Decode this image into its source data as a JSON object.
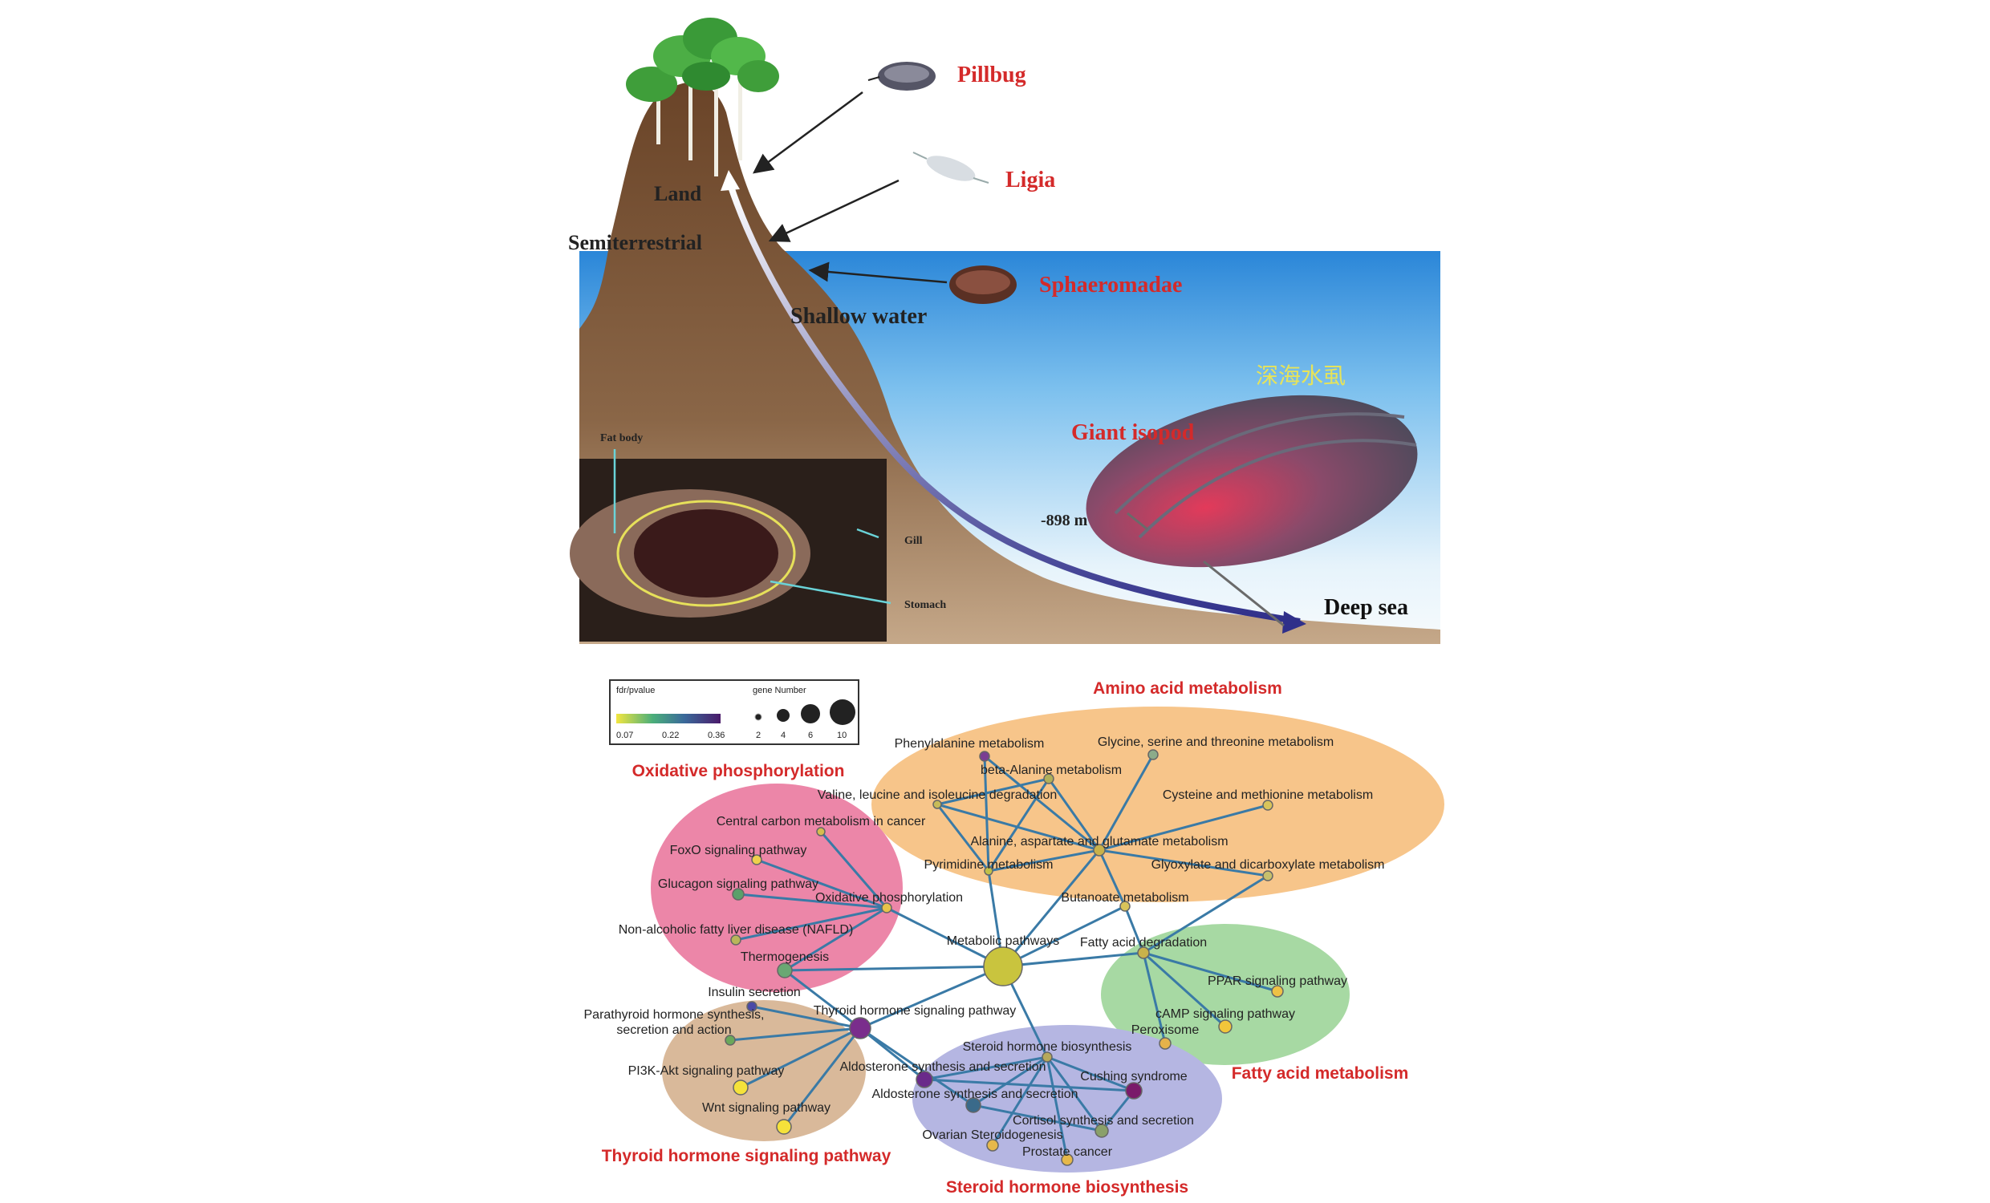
{
  "top_panel": {
    "organisms": [
      {
        "id": "pillbug",
        "label": "Pillbug"
      },
      {
        "id": "ligia",
        "label": "Ligia"
      },
      {
        "id": "sphaeromadae",
        "label": "Sphaeromadae"
      },
      {
        "id": "giant",
        "label": "Giant isopod"
      }
    ],
    "chinese_label": "深海水虱",
    "habitats": {
      "land": "Land",
      "semiterrestrial": "Semiterrestrial",
      "shallow": "Shallow water",
      "deep": "Deep sea"
    },
    "depth_label": "-898 m",
    "inset_labels": {
      "fat_body": "Fat body",
      "gill": "Gill",
      "stomach": "Stomach"
    },
    "colors": {
      "red_label": "#d42a2a",
      "chinese_label": "#e6e35a",
      "mountain": "#7a553a",
      "water_top": "#2a86d8",
      "arrow_dark": "#2f2f8a"
    }
  },
  "legend": {
    "color_title": "fdr/pvalue",
    "color_ticks": [
      "0.07",
      "0.22",
      "0.36"
    ],
    "size_title": "gene Number",
    "size_ticks": [
      "2",
      "4",
      "6",
      "10"
    ]
  },
  "network": {
    "clusters": [
      {
        "id": "amino",
        "label": "Amino acid metabolism",
        "fill": "#f7c58a"
      },
      {
        "id": "oxphos",
        "label": "Oxidative phosphorylation",
        "fill": "#ec86a8"
      },
      {
        "id": "fatty",
        "label": "Fatty acid metabolism",
        "fill": "#a7d9a3"
      },
      {
        "id": "thyroid",
        "label": "Thyroid hormone signaling pathway",
        "fill": "#d9b99a"
      },
      {
        "id": "steroid",
        "label": "Steroid hormone biosynthesis",
        "fill": "#b5b6e2"
      }
    ],
    "nodes": [
      {
        "id": "metabolic",
        "label": "Metabolic pathways",
        "color": "#c9c43e"
      },
      {
        "id": "oxphosnode",
        "label": "Oxidative phosphorylation",
        "color": "#e6c34a"
      },
      {
        "id": "fattydeg",
        "label": "Fatty acid degradation",
        "color": "#c9b24a"
      },
      {
        "id": "thyroidsig",
        "label": "Thyroid hormone signaling pathway",
        "color": "#7a2d8c"
      },
      {
        "id": "ala_asp",
        "label": "Alanine, aspartate and glutamate metabolism",
        "color": "#c9b24a"
      },
      {
        "id": "phenyl",
        "label": "Phenylalanine metabolism",
        "color": "#7a3e92"
      },
      {
        "id": "glycine",
        "label": "Glycine, serine and threonine metabolism",
        "color": "#8cab8a"
      },
      {
        "id": "betaala",
        "label": "beta-Alanine metabolism",
        "color": "#b0b05a"
      },
      {
        "id": "valine",
        "label": "Valine, leucine and isoleucine degradation",
        "color": "#c7bb58"
      },
      {
        "id": "cysteine",
        "label": "Cysteine and methionine metabolism",
        "color": "#d9c45a"
      },
      {
        "id": "pyrimidine",
        "label": "Pyrimidine metabolism",
        "color": "#c2c048"
      },
      {
        "id": "glyoxylate",
        "label": "Glyoxylate and dicarboxylate metabolism",
        "color": "#c7c06c"
      },
      {
        "id": "butanoate",
        "label": "Butanoate metabolism",
        "color": "#d9c45a"
      },
      {
        "id": "ccm",
        "label": "Central carbon metabolism in cancer",
        "color": "#d6bd4e"
      },
      {
        "id": "foxo",
        "label": "FoxO signaling pathway",
        "color": "#eed04c"
      },
      {
        "id": "glucagon",
        "label": "Glucagon signaling pathway",
        "color": "#5aa06a"
      },
      {
        "id": "nafld",
        "label": "Non-alcoholic fatty liver disease (NAFLD)",
        "color": "#b8b65a"
      },
      {
        "id": "thermo",
        "label": "Thermogenesis",
        "color": "#6aa873"
      },
      {
        "id": "ppar",
        "label": "PPAR signaling pathway",
        "color": "#eec145"
      },
      {
        "id": "camp",
        "label": "cAMP signaling pathway",
        "color": "#f2c63a"
      },
      {
        "id": "peroxisome",
        "label": "Peroxisome",
        "color": "#e6b24a"
      },
      {
        "id": "insulin",
        "label": "Insulin secretion",
        "color": "#4a4aa6"
      },
      {
        "id": "parathyroid",
        "label": "Parathyroid hormone synthesis,\nsecretion and action",
        "color": "#6aa85a"
      },
      {
        "id": "pi3k",
        "label": "PI3K-Akt signaling pathway",
        "color": "#f5e23a"
      },
      {
        "id": "wnt",
        "label": "Wnt signaling pathway",
        "color": "#f5e23a"
      },
      {
        "id": "steroidbio",
        "label": "Steroid hormone biosynthesis",
        "color": "#b7a95a"
      },
      {
        "id": "aldo1",
        "label": "Aldosterone synthesis and secretion",
        "color": "#6a2a8a"
      },
      {
        "id": "aldo2",
        "label": "Aldosterone synthesis and secretion",
        "color": "#3a6a8a"
      },
      {
        "id": "cushing",
        "label": "Cushing syndrome",
        "color": "#7a1a6a"
      },
      {
        "id": "cortisol",
        "label": "Cortisol synthesis and secretion",
        "color": "#8aa06a"
      },
      {
        "id": "ovarian",
        "label": "Ovarian Steroidogenesis",
        "color": "#e6b84a"
      },
      {
        "id": "prostate",
        "label": "Prostate cancer",
        "color": "#e6b84a"
      }
    ],
    "edge_color": "#3a7aa6"
  }
}
